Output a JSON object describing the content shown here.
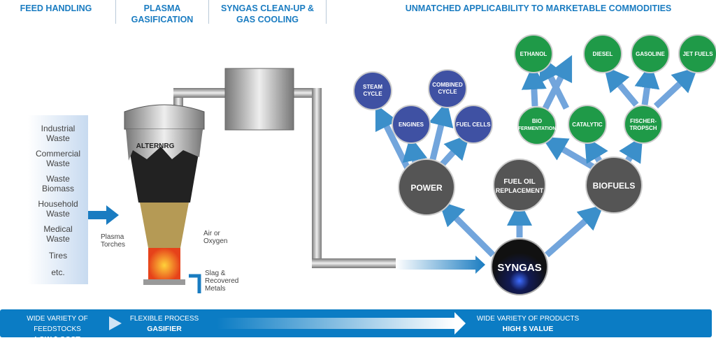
{
  "header": {
    "feed": "FEED HANDLING",
    "plasma": "PLASMA\nGASIFICATION",
    "syngas": "SYNGAS CLEAN-UP &\nGAS COOLING",
    "applic": "UNMATCHED APPLICABILITY TO MARKETABLE COMMODITIES"
  },
  "feedstocks": [
    "Industrial\nWaste",
    "Commercial\nWaste",
    "Waste\nBiomass",
    "Household\nWaste",
    "Medical\nWaste",
    "Tires",
    "etc."
  ],
  "gasifier": {
    "logo": "ALTERNRG",
    "plasma_torches": "Plasma\nTorches",
    "air": "Air or\nOxygen",
    "slag": "Slag &\nRecovered\nMetals"
  },
  "nodes": {
    "syngas": "SYNGAS",
    "power": "POWER",
    "fuel_oil": [
      "FUEL OIL",
      "REPLACEMENT"
    ],
    "biofuels": "BIOFUELS",
    "steam": [
      "STEAM",
      "CYCLE"
    ],
    "engines": "ENGINES",
    "combined": [
      "COMBINED",
      "CYCLE"
    ],
    "fuel_cells": "FUEL CELLS",
    "ethanol": "ETHANOL",
    "bio": [
      "BIO",
      "FERMENTATION"
    ],
    "catalytic": "CATALYTIC",
    "diesel": "DIESEL",
    "gasoline": "GASOLINE",
    "jet": "JET FUELS",
    "fischer": [
      "FISCHER-",
      "TROPSCH"
    ]
  },
  "colors": {
    "blue": "#1a7cc1",
    "power_nodes": "#3f51a3",
    "bio_nodes": "#1f9a48",
    "gray_nodes": "#555555"
  },
  "bottom": {
    "left": "WIDE VARIETY OF FEEDSTOCKS",
    "left_b": "LOW $ COST",
    "mid": "FLEXIBLE PROCESS",
    "mid_b": "GASIFIER",
    "right": "WIDE VARIETY OF PRODUCTS",
    "right_b": "HIGH $ VALUE"
  }
}
